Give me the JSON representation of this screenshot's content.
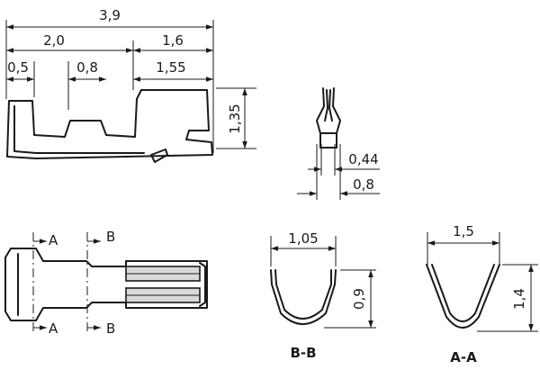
{
  "side_view": {
    "dim_overall": "3,9",
    "dim_left": "2,0",
    "dim_right": "1,6",
    "dim_front": "0,5",
    "dim_mid": "0,8",
    "dim_rear": "1,55",
    "dim_height": "1,35"
  },
  "end_view": {
    "dim_inner": "0,44",
    "dim_outer": "0,8"
  },
  "top_view": {
    "section_a_top": "A",
    "section_a_bottom": "A",
    "section_b_top": "B",
    "section_b_bottom": "B"
  },
  "section_bb": {
    "title": "B-B",
    "dim_width": "1,05",
    "dim_height": "0,9"
  },
  "section_aa": {
    "title": "A-A",
    "dim_width": "1,5",
    "dim_height": "1,4"
  }
}
